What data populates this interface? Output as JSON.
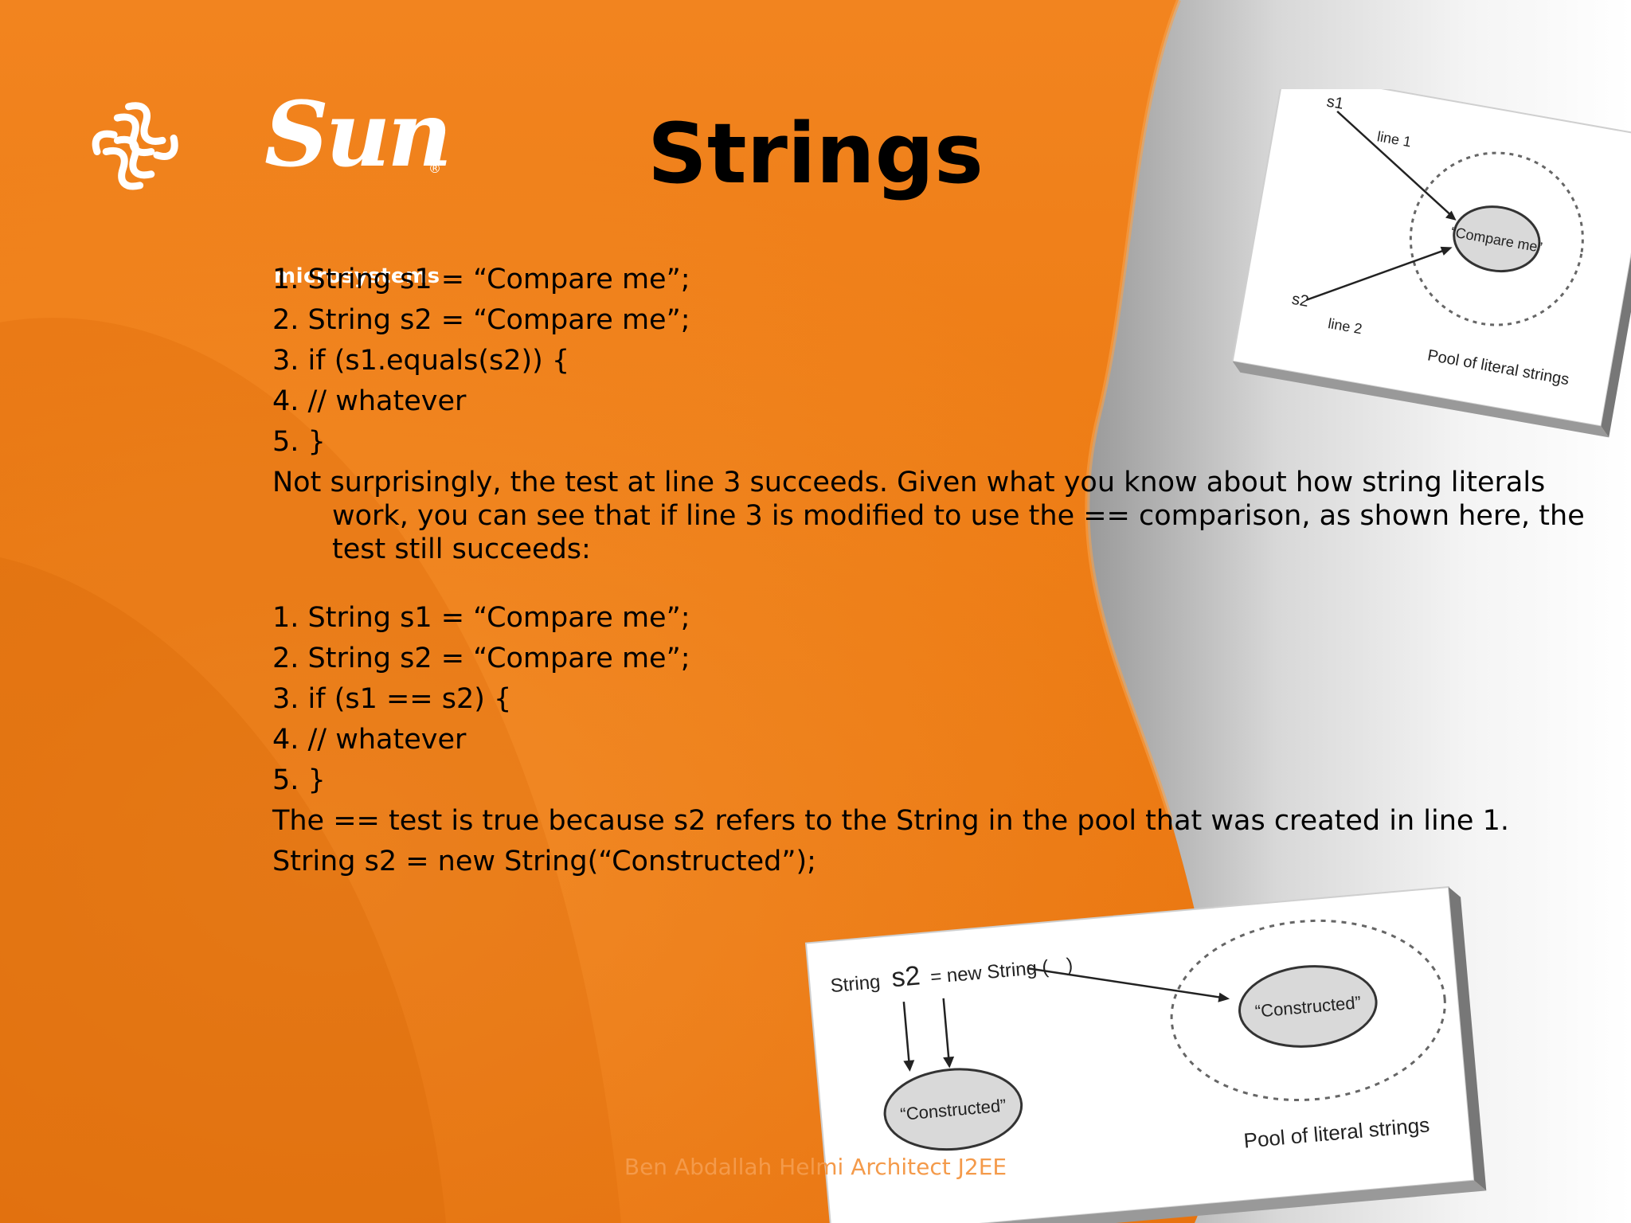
{
  "slide": {
    "title": "Strings",
    "logo": {
      "word": "Sun",
      "subtitle": "microsystems",
      "registered": "®"
    },
    "body_lines": [
      "1. String s1 = “Compare me”;",
      "2. String s2 = “Compare me”;",
      "3. if (s1.equals(s2)) {",
      "4. // whatever",
      "5. }"
    ],
    "paragraph": "Not surprisingly, the test at line 3 succeeds. Given what you know about how string literals work, you can see that if line 3 is modified to use the == comparison, as shown here, the test still succeeds:",
    "body_lines_2": [
      "1. String s1 = “Compare me”;",
      "2. String s2 = “Compare me”;",
      "3. if (s1 == s2) {",
      "4. // whatever",
      "5. }"
    ],
    "closing_lines": [
      "The == test is true because s2 refers to the String in the pool that was created in line 1.",
      "String s2 = new String(“Constructed”);"
    ],
    "footer": "Ben Abdallah Helmi Architect J2EE"
  },
  "diagram_top": {
    "s1": "s1",
    "s2": "s2",
    "line1": "line 1",
    "line2": "line 2",
    "value": "“Compare me”",
    "pool": "Pool of literal strings"
  },
  "diagram_bottom": {
    "code_prefix": "String",
    "var": "s2",
    "code_suffix": "= new String (",
    "code_close": ")",
    "object_value": "“Constructed”",
    "pool_value": "“Constructed”",
    "pool": "Pool of literal strings"
  },
  "colors": {
    "orange": "#ec7a12",
    "orange_light": "#f59a3e",
    "text": "#000000",
    "footer": "#f49a4a"
  }
}
